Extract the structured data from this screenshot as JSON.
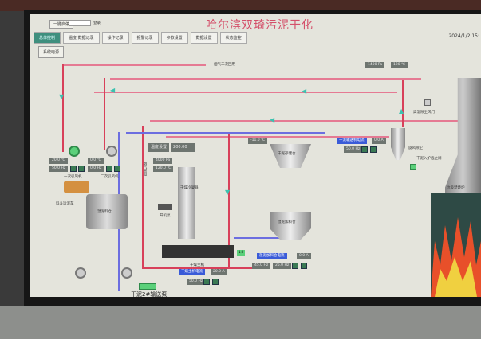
{
  "header": {
    "title": "哈尔滨双琦污泥干化",
    "datetime": "2024/1/2 15:",
    "login_button": "一键启停",
    "login_input": "",
    "login_label": "登录"
  },
  "tabs": [
    {
      "label": "总体控制",
      "active": true
    },
    {
      "label": "温度 数据记录"
    },
    {
      "label": "操作记录"
    },
    {
      "label": "报警记录"
    },
    {
      "label": "参数设置"
    },
    {
      "label": "数据设置"
    },
    {
      "label": "状态监控"
    }
  ],
  "toolbar": {
    "power_button": "系统电源"
  },
  "temp_setting": {
    "label": "温度设置",
    "value": "200.00"
  },
  "equipment": {
    "fan1": {
      "label": "一次引风机",
      "reading": "20.0 ℃",
      "freq": "50.0 Hz"
    },
    "fan2": {
      "label": "二次引风机",
      "reading": "0.0 ℃",
      "freq": "0.0 Hz"
    },
    "truck": {
      "label": "料斗运泥车"
    },
    "wet_silo": {
      "label": "湿泥料仓"
    },
    "hot_oven": {
      "label": "干燥冷凝器",
      "readings": [
        "4000 Pa",
        "120.0 ℃"
      ]
    },
    "pipe_label": {
      "label": "烟气管道"
    },
    "recirc": {
      "label": "烟气二次回用"
    },
    "pump": {
      "label": "开机泵"
    },
    "dryer": {
      "label": "干燥主机",
      "current_label": "干燥主机电流",
      "current": "20.0 A",
      "freq": "50.0 Hz"
    },
    "dry_screw": {
      "label": "干泥2#输送泵"
    },
    "storage": {
      "label": "干泥存储仓",
      "reading": "-11.0 ℃"
    },
    "feed_bin": {
      "label": "湿泥加料仓",
      "current_label": "湿泥加料仓电流",
      "current": "0.0 A",
      "freq1": "45.0 Hz",
      "freq2": "25.0 Hz"
    },
    "cyclone": {
      "label": "旋风除尘",
      "current_label": "干泥输送机电流",
      "current": "0.0 A",
      "freq": "50.0 Hz",
      "readings": [
        "1400 Pa",
        "120 ℃"
      ]
    },
    "damper": {
      "label": "高温除尘风门"
    },
    "valve": {
      "label": "干泥入炉截止阀"
    },
    "furnace": {
      "label": "垃圾焚烧炉"
    },
    "motor_small": {
      "label": "1.0"
    }
  },
  "colors": {
    "accent": "#3f8f7e",
    "title": "#d4506a",
    "hot_line": "#e57a93",
    "cold_line": "#6c6ee0"
  }
}
